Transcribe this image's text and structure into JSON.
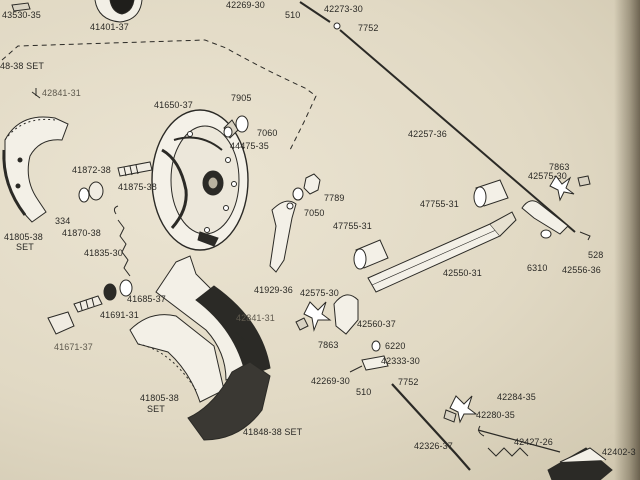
{
  "labels": {
    "l43530": "43530-35",
    "l41401": "41401-37",
    "l42269top": "42269-30",
    "l510top": "510",
    "l42273": "42273-30",
    "l7752top": "7752",
    "l4838set": "48-38 SET",
    "l42841a": "42841-31",
    "l41650": "41650-37",
    "l7905": "7905",
    "l7060": "7060",
    "l44475": "44475-35",
    "l42257": "42257-36",
    "l7863top": "7863",
    "l42575top": "42575-30",
    "l41872": "41872-38",
    "l41875": "41875-38",
    "l7789": "7789",
    "l7050": "7050",
    "l334": "334",
    "l41870": "41870-38",
    "l41805a": "41805-38",
    "lsetA": "SET",
    "l47755a": "47755-31",
    "l47755b": "47755-31",
    "l528": "528",
    "l41835": "41835-30",
    "l6310": "6310",
    "l42556": "42556-36",
    "l42550": "42550-31",
    "l41929": "41929-36",
    "l42575mid": "42575-30",
    "l41685": "41685-37",
    "l41691": "41691-31",
    "l42841b": "42841-31",
    "l42560": "42560-37",
    "l41671": "41671-37",
    "l7863mid": "7863",
    "l6220": "6220",
    "l42333": "42333-30",
    "l42269mid": "42269-30",
    "l7752mid": "7752",
    "l510mid": "510",
    "l41805b": "41805-38",
    "lsetB": "SET",
    "l42284": "42284-35",
    "l42280": "42280-35",
    "l41848": "41848-38 SET",
    "l42326": "42326-37",
    "l42427": "42427-26",
    "l42402": "42402-3"
  }
}
